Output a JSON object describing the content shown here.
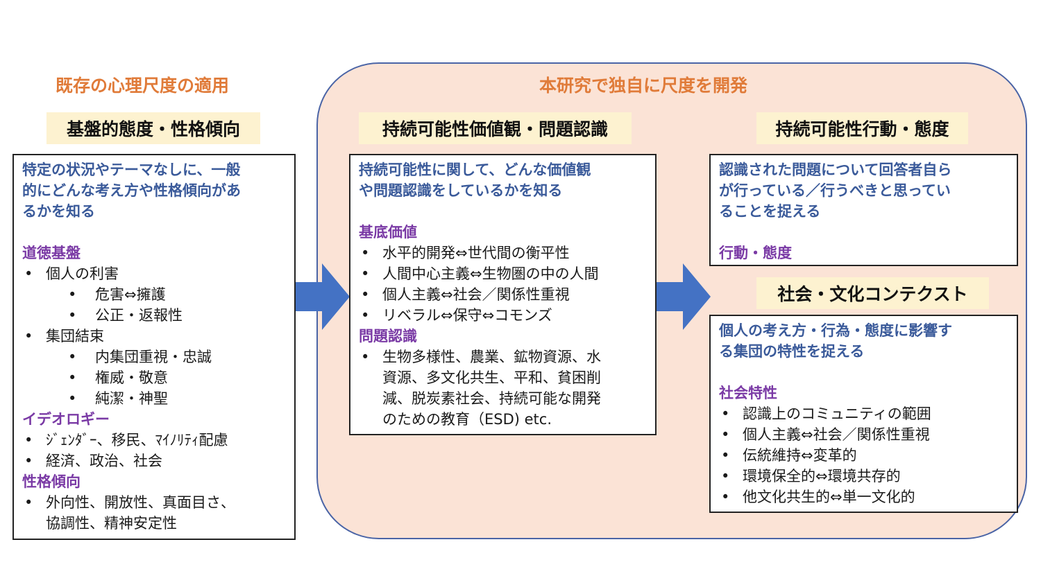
{
  "left": {
    "heading": "既存の心理尺度の適用",
    "section_title": "基盤的態度・性格傾向",
    "intro": [
      "特定の状況やテーマなしに、一般",
      "的にどんな考え方や性格傾向があ",
      "るかを知る"
    ],
    "moral_title": "道徳基盤",
    "moral_groups": [
      {
        "label": "個人の利害",
        "items": [
          "危害⇔擁護",
          "公正・返報性"
        ]
      },
      {
        "label": "集団結束",
        "items": [
          "内集団重視・忠誠",
          "権威・敬意",
          "純潔・神聖"
        ]
      }
    ],
    "ideology_title": "イデオロギー",
    "ideology_items": [
      "ｼﾞｪﾝﾀﾞｰ、移民、ﾏｲﾉﾘﾃｨ配慮",
      "経済、政治、社会"
    ],
    "personality_title": "性格傾向",
    "personality_lines": [
      "外向性、開放性、真面目さ、",
      "協調性、精神安定性"
    ]
  },
  "middle": {
    "heading": "本研究で独自に尺度を開発",
    "section_title": "持続可能性価値観・問題認識",
    "intro": [
      "持続可能性に関して、どんな価値観",
      "や問題認識をしているかを知る"
    ],
    "values_title": "基底価値",
    "values_items": [
      "水平的開発⇔世代間の衡平性",
      "人間中心主義⇔生物圏の中の人間",
      "個人主義⇔社会／関係性重視",
      "リベラル⇔保守⇔コモンズ"
    ],
    "issues_title": "問題認識",
    "issues_lines": [
      "生物多様性、農業、鉱物資源、水",
      "資源、多文化共生、平和、貧困削",
      "減、脱炭素社会、持続可能な開発",
      "のための教育（ESD) etc."
    ]
  },
  "right_top": {
    "section_title": "持続可能性行動・態度",
    "intro": [
      "認識された問題について回答者自ら",
      "が行っている／行うべきと思ってい",
      "ることを捉える"
    ],
    "sub_title": "行動・態度"
  },
  "right_bottom": {
    "section_title": "社会・文化コンテクスト",
    "intro": [
      "個人の考え方・行為・態度に影響す",
      "る集団の特性を捉える"
    ],
    "sub_title": "社会特性",
    "items": [
      "認識上のコミュニティの範囲",
      "個人主義⇔社会／関係性重視",
      "伝統維持⇔変革的",
      "環境保全的⇔環境共存的",
      "他文化共生的⇔単一文化的"
    ]
  },
  "colors": {
    "heading": "#e07b39",
    "region_fill": "#fbe3d6",
    "region_border": "#4a64a6",
    "label_fill": "#fdf2d0",
    "intro_text": "#3a5a9a",
    "subheading_text": "#7a3aa5",
    "arrow": "#4472c4"
  },
  "icons": {
    "arrow_1": "right-arrow",
    "arrow_2": "right-arrow"
  }
}
